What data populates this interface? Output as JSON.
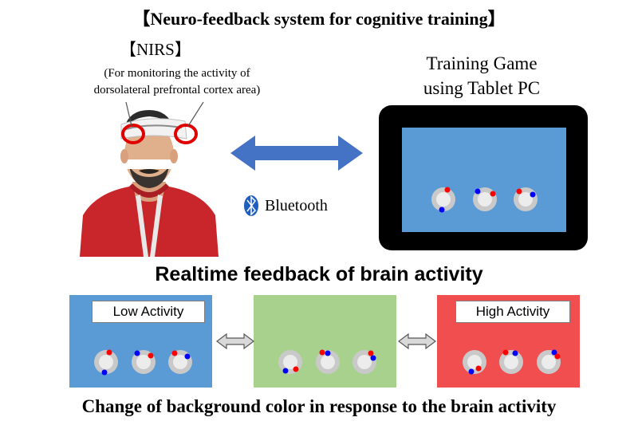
{
  "title": "【Neuro-feedback system for cognitive training】",
  "nirs": {
    "label": "【NIRS】",
    "note_line1": "(For monitoring the activity of",
    "note_line2": "dorsolateral prefrontal cortex area)"
  },
  "tablet": {
    "caption_line1": "Training Game",
    "caption_line2": "using Tablet PC"
  },
  "link": {
    "label": "Bluetooth",
    "icon": "bluetooth-icon"
  },
  "feedback": {
    "heading": "Realtime feedback of brain activity",
    "panels": [
      {
        "label": "Low Activity",
        "color": "#5b9bd5"
      },
      {
        "label": "",
        "color": "#a9d18e"
      },
      {
        "label": "High Activity",
        "color": "#f14e50"
      }
    ]
  },
  "footer": "Change of background color in response to the brain activity",
  "colors": {
    "arrow_blue": "#4472c4",
    "dot_red": "#ff0000",
    "dot_blue": "#0000ff",
    "tablet_frame": "#000000",
    "nirs_marker": "#e00000"
  }
}
